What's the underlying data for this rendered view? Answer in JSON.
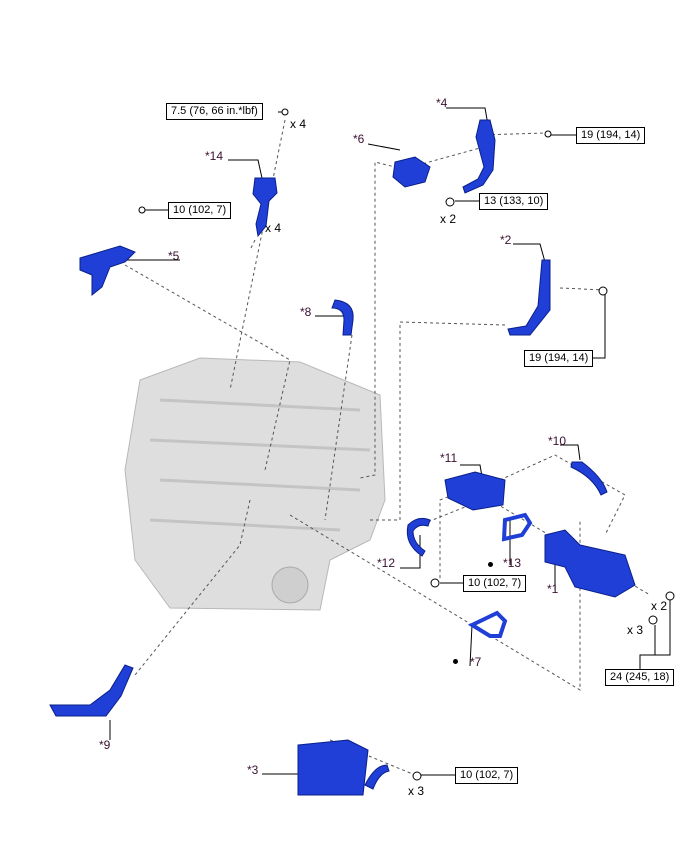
{
  "colors": {
    "part": "#1f3fd6",
    "engine": "#d9d9d9",
    "callout": "#3a1030",
    "line": "#000000"
  },
  "torques": {
    "t1": "7.5 (76, 66 in.*lbf)",
    "t2": "19 (194, 14)",
    "t3": "13 (133, 10)",
    "t4": "10 (102, 7)",
    "t5": "19 (194, 14)",
    "t6": "10 (102, 7)",
    "t7": "24 (245, 18)",
    "t8": "10 (102, 7)"
  },
  "callouts": {
    "c1": "*1",
    "c2": "*2",
    "c3": "*3",
    "c4": "*4",
    "c5": "*5",
    "c6": "*6",
    "c7": "*7",
    "c8": "*8",
    "c9": "*9",
    "c10": "*10",
    "c11": "*11",
    "c12": "*12",
    "c13": "*13",
    "c14": "*14"
  },
  "quantities": {
    "q1": "x 4",
    "q2": "x 4",
    "q3": "x 2",
    "q4": "x 2",
    "q5": "x 3",
    "q6": "x 3"
  }
}
